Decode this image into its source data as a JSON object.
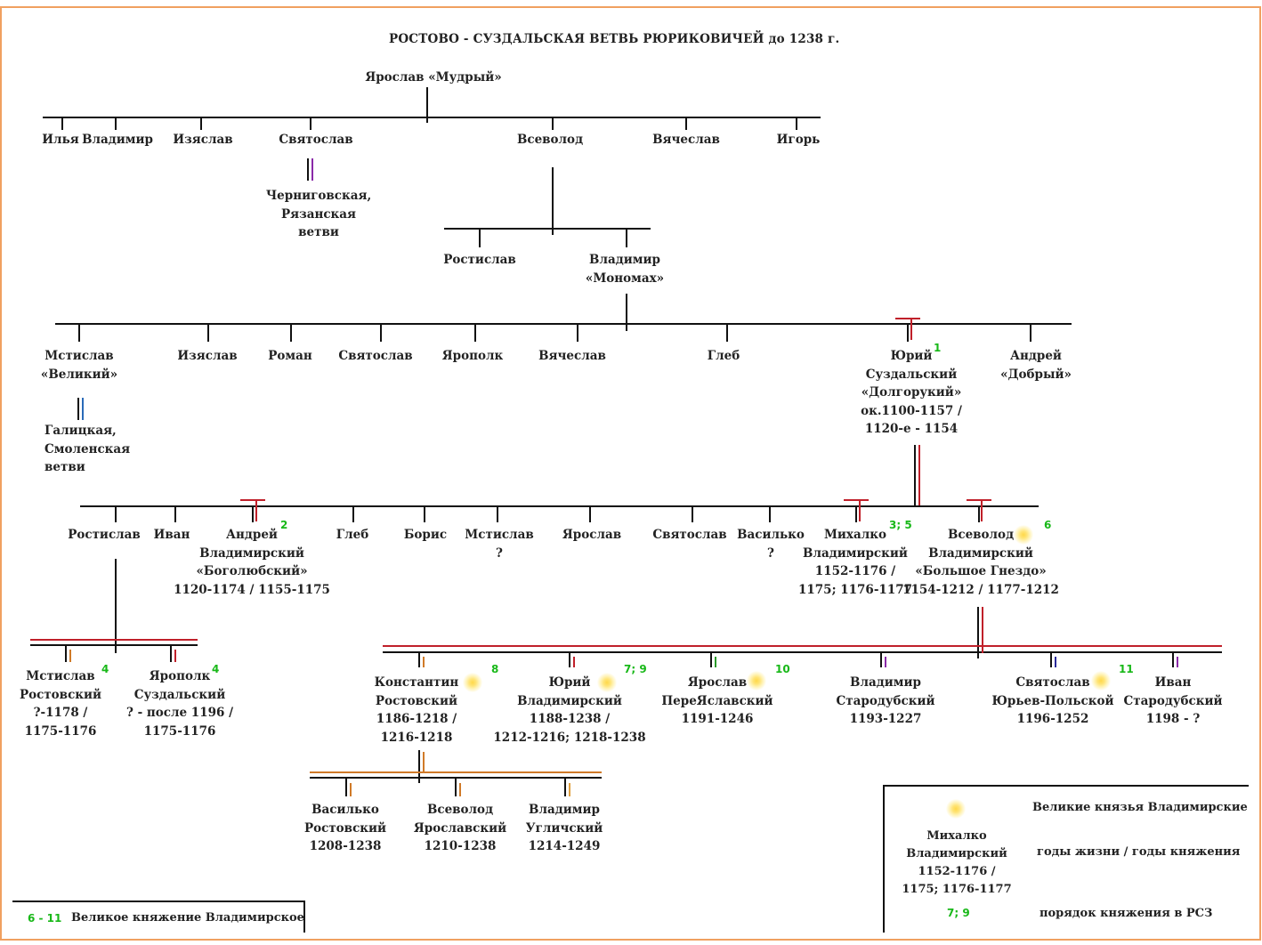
{
  "title": "РОСТОВО - СУЗДАЛЬСКАЯ ВЕТВЬ РЮРИКОВИЧЕЙ  до 1238 г.",
  "gen0": {
    "yaroslav": "Ярослав «Мудрый»"
  },
  "gen1": {
    "ilya": "Илья",
    "vladimir": "Владимир",
    "izyaslav": "Изяслав",
    "svyatoslav": "Святослав",
    "vsevolod": "Всеволод",
    "vyacheslav": "Вячеслав",
    "igor": "Игорь",
    "chernigov_branch": [
      "Черниговская,",
      "Рязанская",
      "ветви"
    ]
  },
  "gen2": {
    "rostislav": "Ростислав",
    "monomakh": [
      "Владимир",
      "«Мономах»"
    ]
  },
  "gen3": {
    "mstislav": [
      "Мстислав",
      "«Великий»"
    ],
    "izyaslav": "Изяслав",
    "roman": "Роман",
    "svyatoslav": "Святослав",
    "yaropolk": "Ярополк",
    "vyacheslav": "Вячеслав",
    "gleb": "Глеб",
    "yuri": [
      "Юрий",
      "Суздальский",
      "«Долгорукий»",
      "ок.1100-1157 /",
      "1120-е - 1154"
    ],
    "yuri_order": "1",
    "andrey": [
      "Андрей",
      "«Добрый»"
    ],
    "galich_branch": [
      "Галицкая,",
      "Смоленская",
      "ветви"
    ]
  },
  "gen4": {
    "rostislav": "Ростислав",
    "ivan": "Иван",
    "andrey": [
      "Андрей",
      "Владимирский",
      "«Боголюбский»",
      "1120-1174 / 1155-1175"
    ],
    "andrey_order": "2",
    "gleb": "Глеб",
    "boris": "Борис",
    "mstislav": [
      "Мстислав",
      "?"
    ],
    "yaroslav": "Ярослав",
    "svyatoslav": "Святослав",
    "vasilko": [
      "Василько",
      "?"
    ],
    "mikhalko": [
      "Михалко",
      "Владимирский",
      "1152-1176 /",
      "1175; 1176-1177"
    ],
    "mikhalko_order": "3; 5",
    "vsevolod": [
      "Всеволод",
      "Владимирский",
      "«Большое Гнездо»",
      "1154-1212 / 1177-1212"
    ],
    "vsevolod_order": "6"
  },
  "gen5_rostislav": {
    "mstislav": [
      "Мстислав",
      "Ростовский",
      "?-1178 /",
      "1175-1176"
    ],
    "mstislav_order": "4",
    "yaropolk": [
      "Ярополк",
      "Суздальский",
      "? - после 1196 /",
      "1175-1176"
    ],
    "yaropolk_order": "4"
  },
  "gen5_vsevolod": {
    "konstantin": [
      "Константин",
      "Ростовский",
      "1186-1218 /",
      "1216-1218"
    ],
    "konstantin_order": "8",
    "yuri": [
      "Юрий",
      "Владимирский",
      "1188-1238 /",
      "1212-1216; 1218-1238"
    ],
    "yuri_order": "7; 9",
    "yaroslav": [
      "Ярослав",
      "ПереЯславский",
      "1191-1246"
    ],
    "yaroslav_order": "10",
    "vladimir": [
      "Владимир",
      "Стародубский",
      "1193-1227"
    ],
    "svyatoslav": [
      "Святослав",
      "Юрьев-Польской",
      "1196-1252"
    ],
    "svyatoslav_order": "11",
    "ivan": [
      "Иван",
      "Стародубский",
      "1198 - ?"
    ]
  },
  "gen6": {
    "vasilko": [
      "Василько",
      "Ростовский",
      "1208-1238"
    ],
    "vsevolod": [
      "Всеволод",
      "Ярославский",
      "1210-1238"
    ],
    "vladimir": [
      "Владимир",
      "Угличский",
      "1214-1249"
    ]
  },
  "legend": {
    "grand_princes": "Великие князья Владимирские",
    "sample_name": [
      "Михалко",
      "Владимирский",
      "1152-1176 /",
      "1175; 1176-1177"
    ],
    "years_label": "годы жизни / годы княжения",
    "sample_order": "7; 9",
    "order_label": "порядок княжения в РСЗ",
    "range": "6 - 11",
    "range_label": "Великое княжение Владимирское"
  },
  "colors": {
    "frame": "#f0a060",
    "line": "#111111",
    "red": "#c0202a",
    "green_num": "#18b818",
    "purple": "#8a2aa8",
    "blue": "#2a6ab8",
    "orange": "#c07020",
    "green": "#2a9a2a",
    "navy": "#2a2a9a"
  }
}
